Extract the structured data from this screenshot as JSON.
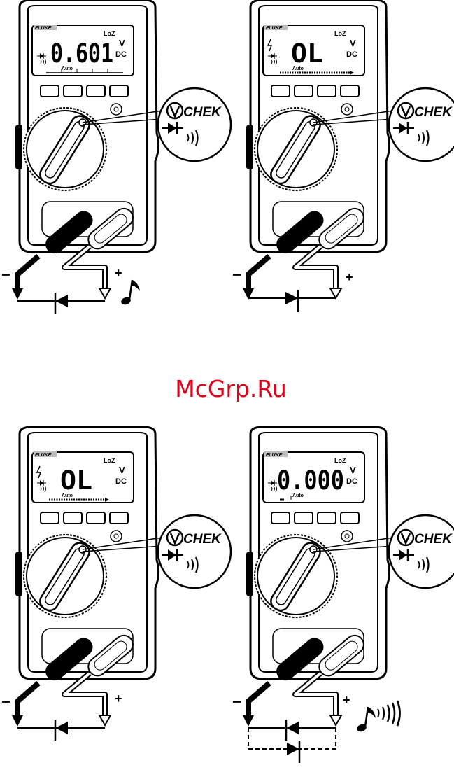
{
  "watermark": {
    "text": "McGrp.Ru",
    "color": "#e0001b"
  },
  "common": {
    "brand": "FLUKE",
    "loz": "LoZ",
    "unit_v": "V",
    "unit_dc": "DC",
    "auto": "Auto",
    "vchek": "CHEK",
    "plus": "+",
    "minus": "−"
  },
  "panels": [
    {
      "id": "p1",
      "reading": "0.601",
      "bolt": false,
      "beep_note": true,
      "beep_waves": false,
      "reverse_diode": true,
      "dashed_alt": false
    },
    {
      "id": "p2",
      "reading": "OL",
      "bolt": true,
      "beep_note": false,
      "beep_waves": false,
      "reverse_diode": false,
      "dashed_alt": false
    },
    {
      "id": "p3",
      "reading": "OL",
      "bolt": true,
      "beep_note": false,
      "beep_waves": false,
      "reverse_diode": true,
      "dashed_alt": false
    },
    {
      "id": "p4",
      "reading": "0.000",
      "bolt": false,
      "beep_note": true,
      "beep_waves": true,
      "reverse_diode": true,
      "dashed_alt": true
    }
  ]
}
